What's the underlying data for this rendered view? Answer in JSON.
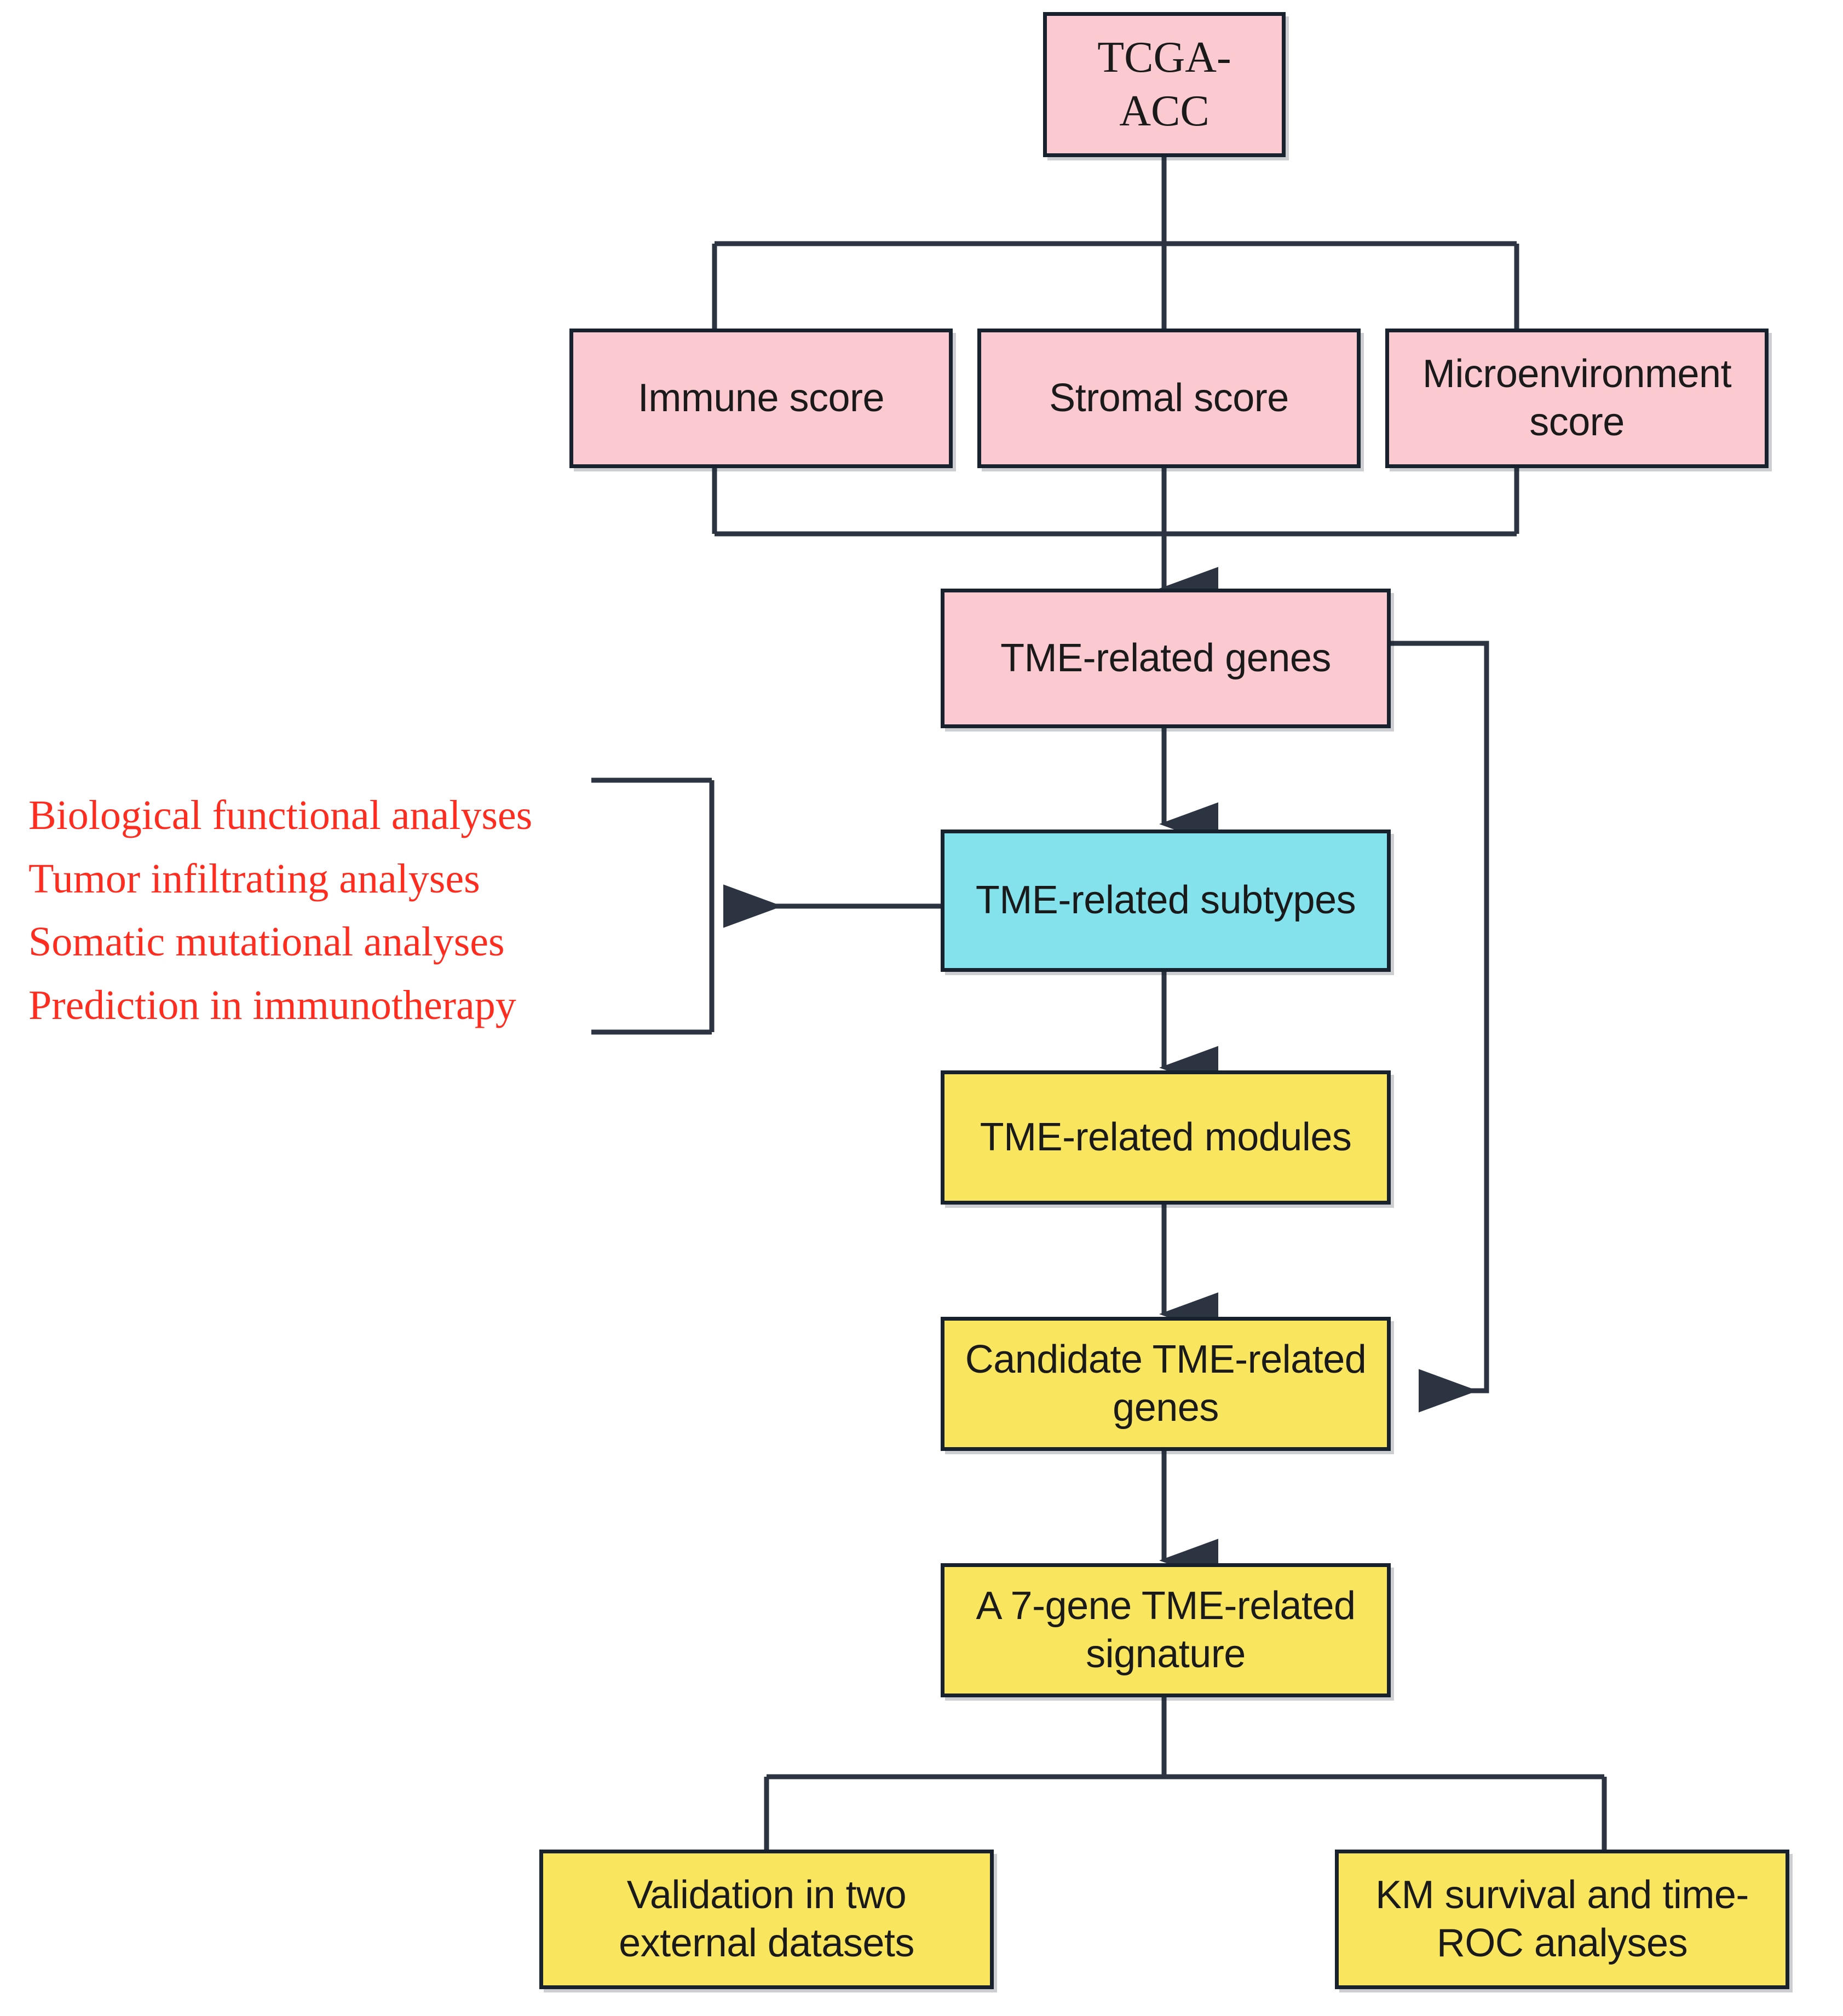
{
  "figure": {
    "type": "flowchart",
    "title": "TCGA-ACC tumor microenvironment analysis workflow"
  },
  "palette": {
    "pink": "#fbc9d0",
    "cyan": "#84e2ec",
    "yellow": "#f9e65e",
    "stroke": "#18222e",
    "red_text": "#ff2d20",
    "background": "#ffffff"
  },
  "nodes": {
    "root": {
      "label": "TCGA-ACC",
      "color": "pink"
    },
    "immune_score": {
      "label": "Immune score",
      "color": "pink"
    },
    "stromal_score": {
      "label": "Stromal score",
      "color": "pink"
    },
    "microenvironment_score": {
      "label": "Microenvironment\nscore",
      "color": "pink"
    },
    "tme_related_genes": {
      "label": "TME-related genes",
      "color": "pink"
    },
    "tme_related_subtypes": {
      "label": "TME-related subtypes",
      "color": "cyan"
    },
    "tme_related_modules": {
      "label": "TME-related modules",
      "color": "yellow"
    },
    "candidate_tme_related_genes": {
      "label": "Candidate TME-related\ngenes",
      "color": "yellow"
    },
    "seven_gene_signature": {
      "label": "A 7-gene TME-related\nsignature",
      "color": "yellow"
    },
    "validation_external": {
      "label": "Validation in two\nexternal datasets",
      "color": "yellow"
    },
    "km_timeroc": {
      "label": "KM survival and time-\nROC analyses",
      "color": "yellow"
    }
  },
  "annotations": {
    "downstream_analyses": "Biological functional analyses\nTumor infiltrating analyses\nSomatic mutational analyses\nPrediction in immunotherapy"
  }
}
